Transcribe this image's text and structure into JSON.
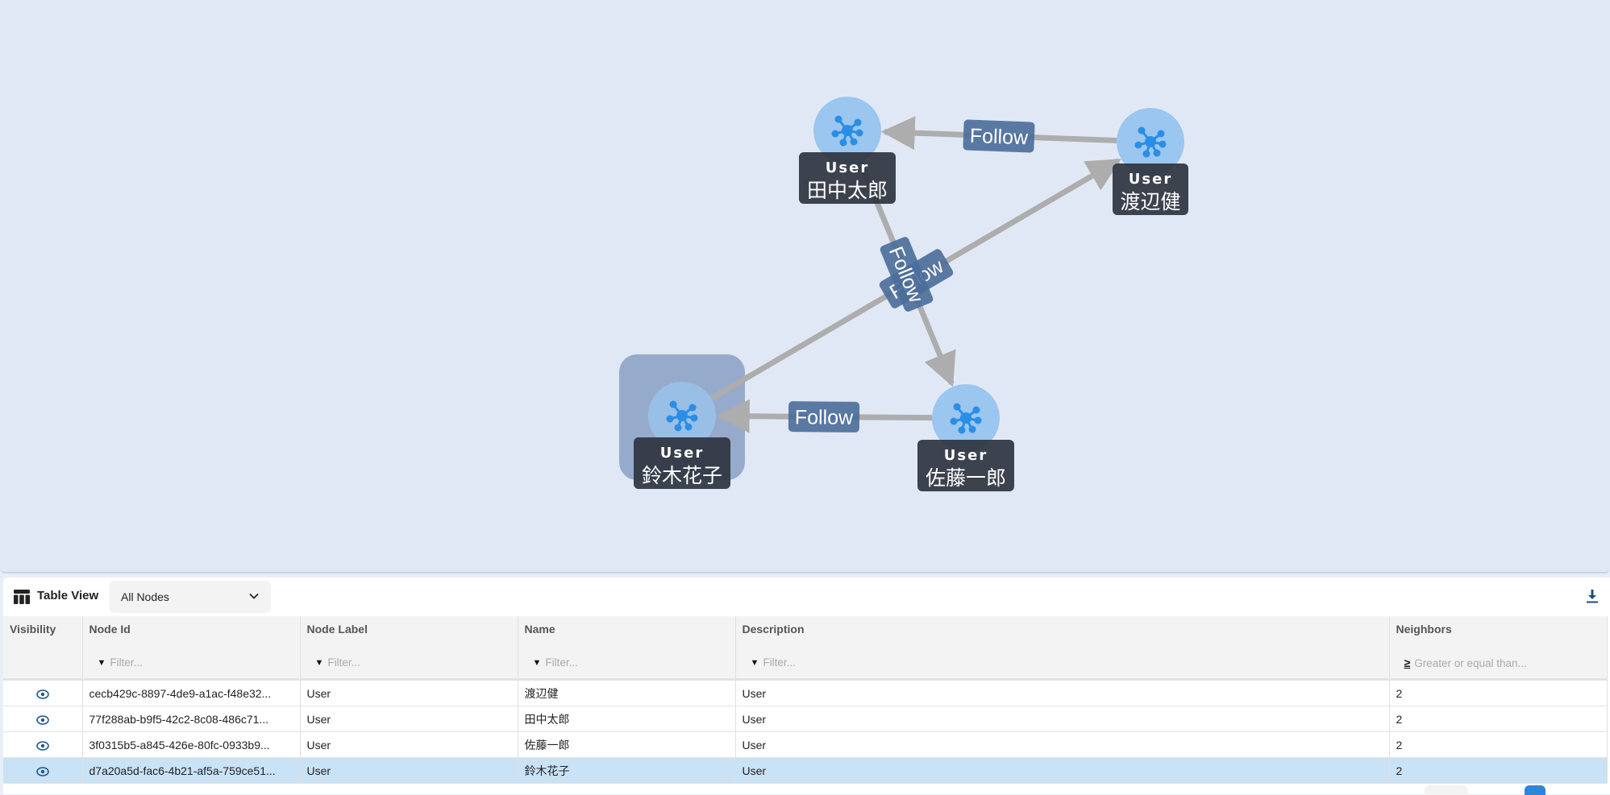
{
  "graph": {
    "nodes": [
      {
        "id": "tanaka",
        "type": "User",
        "name": "田中太郎",
        "selected": false
      },
      {
        "id": "watanabe",
        "type": "User",
        "name": "渡辺健",
        "selected": false
      },
      {
        "id": "sato",
        "type": "User",
        "name": "佐藤一郎",
        "selected": false
      },
      {
        "id": "suzuki",
        "type": "User",
        "name": "鈴木花子",
        "selected": true
      }
    ],
    "edges": [
      {
        "from": "watanabe",
        "to": "tanaka",
        "label": "Follow"
      },
      {
        "from": "suzuki",
        "to": "watanabe",
        "label": "Follow"
      },
      {
        "from": "tanaka",
        "to": "sato",
        "label": "Follow"
      },
      {
        "from": "sato",
        "to": "suzuki",
        "label": "Follow"
      }
    ],
    "node_icon": "graph-network-icon",
    "colors": {
      "node": "#9ac6ef",
      "icon": "#2a8ee6",
      "edge": "#adadad",
      "edge_label": "#4a6d9a",
      "selection": "#6d8ab5"
    }
  },
  "table_view": {
    "title": "Table View",
    "title_icon": "table-icon",
    "selector_value": "All Nodes",
    "download_icon": "download-icon",
    "columns": [
      {
        "title": "Visibility",
        "filter": ""
      },
      {
        "title": "Node Id",
        "filter": "Filter..."
      },
      {
        "title": "Node Label",
        "filter": "Filter..."
      },
      {
        "title": "Name",
        "filter": "Filter..."
      },
      {
        "title": "Description",
        "filter": "Filter..."
      },
      {
        "title": "Neighbors",
        "filter": "Greater or equal than..."
      }
    ],
    "rows": [
      {
        "node_id": "cecb429c-8897-4de9-a1ac-f48e32...",
        "node_label": "User",
        "name": "渡辺健",
        "description": "User",
        "neighbors": "2",
        "selected": false
      },
      {
        "node_id": "77f288ab-b9f5-42c2-8c08-486c71...",
        "node_label": "User",
        "name": "田中太郎",
        "description": "User",
        "neighbors": "2",
        "selected": false
      },
      {
        "node_id": "3f0315b5-a845-426e-80fc-0933b9...",
        "node_label": "User",
        "name": "佐藤一郎",
        "description": "User",
        "neighbors": "2",
        "selected": false
      },
      {
        "node_id": "d7a20a5d-fac6-4b21-af5a-759ce51...",
        "node_label": "User",
        "name": "鈴木花子",
        "description": "User",
        "neighbors": "2",
        "selected": true
      }
    ]
  }
}
